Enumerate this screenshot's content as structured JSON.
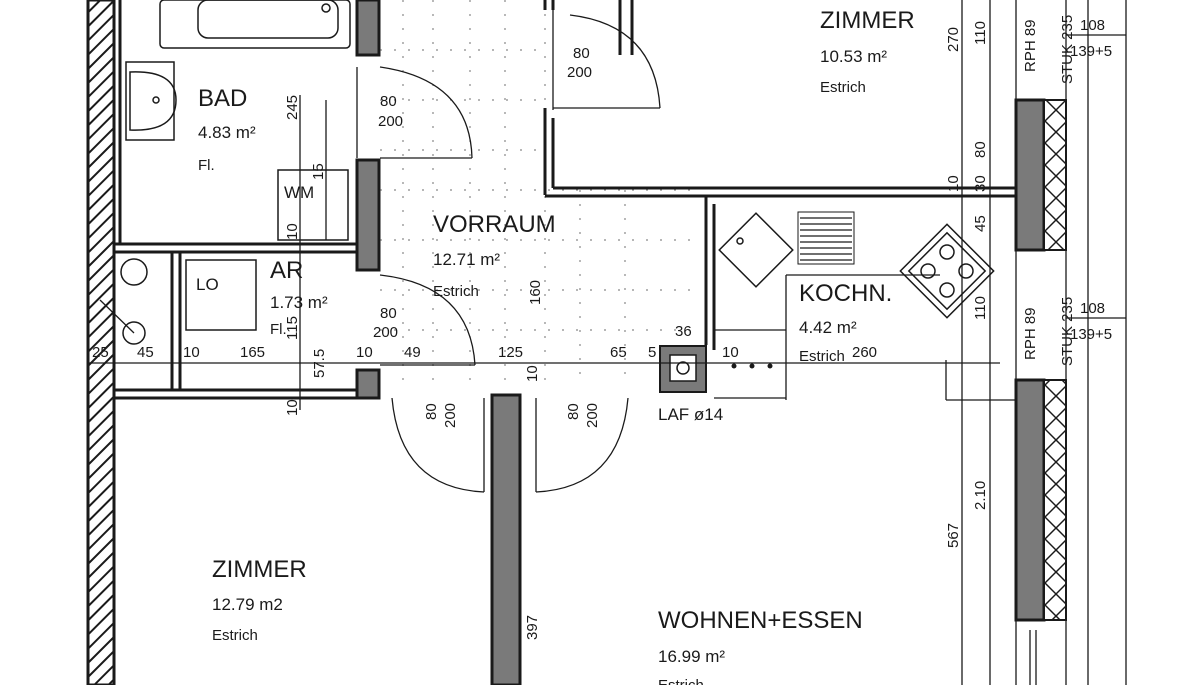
{
  "rooms": {
    "bad": {
      "name": "BAD",
      "area": "4.83 m²",
      "floor": "Fl."
    },
    "ar": {
      "name": "AR",
      "area": "1.73 m²",
      "floor": "Fl."
    },
    "vorraum": {
      "name": "VORRAUM",
      "area": "12.71 m²",
      "floor": "Estrich"
    },
    "zimmer_top": {
      "name": "ZIMMER",
      "area": "10.53 m²",
      "floor": "Estrich"
    },
    "kochn": {
      "name": "KOCHN.",
      "area": "4.42 m²",
      "floor": "Estrich"
    },
    "zimmer_bottom": {
      "name": "ZIMMER",
      "area": "12.79 m2",
      "floor": "Estrich"
    },
    "wohnen": {
      "name": "WOHNEN+ESSEN",
      "area": "16.99 m²",
      "floor": "Estrich"
    }
  },
  "fixtures": {
    "wm": "WM",
    "lo": "LO",
    "laf": "LAF ø14"
  },
  "doors": {
    "bad_w": "80",
    "bad_h": "200",
    "zimmer_w": "80",
    "zimmer_h": "200",
    "ar_w": "80",
    "ar_h": "200",
    "left_w": "80",
    "left_h": "200",
    "right_w": "80",
    "right_h": "200"
  },
  "dimensions": {
    "bottom_chain": [
      "25",
      "45",
      "10",
      "165",
      "10",
      "49",
      "125",
      "65",
      "5",
      "10",
      "260"
    ],
    "d245": "245",
    "d15": "15",
    "d10a": "10",
    "d115": "115",
    "d575": "57.5",
    "d10b": "10",
    "d160": "160",
    "d10c": "10",
    "d36": "36",
    "d397": "397",
    "d270": "270",
    "d110a": "110",
    "d80": "80",
    "d10d": "10",
    "d30": "30",
    "d45": "45",
    "d110b": "110",
    "d567": "567",
    "d210": "2.10",
    "rph1": "RPH 89",
    "rph2": "RPH 89",
    "stuk1": "STUK 235",
    "stuk2": "STUK 235",
    "d108a": "108",
    "d1395a": "139+5",
    "d108b": "108",
    "d1395b": "139+5"
  }
}
